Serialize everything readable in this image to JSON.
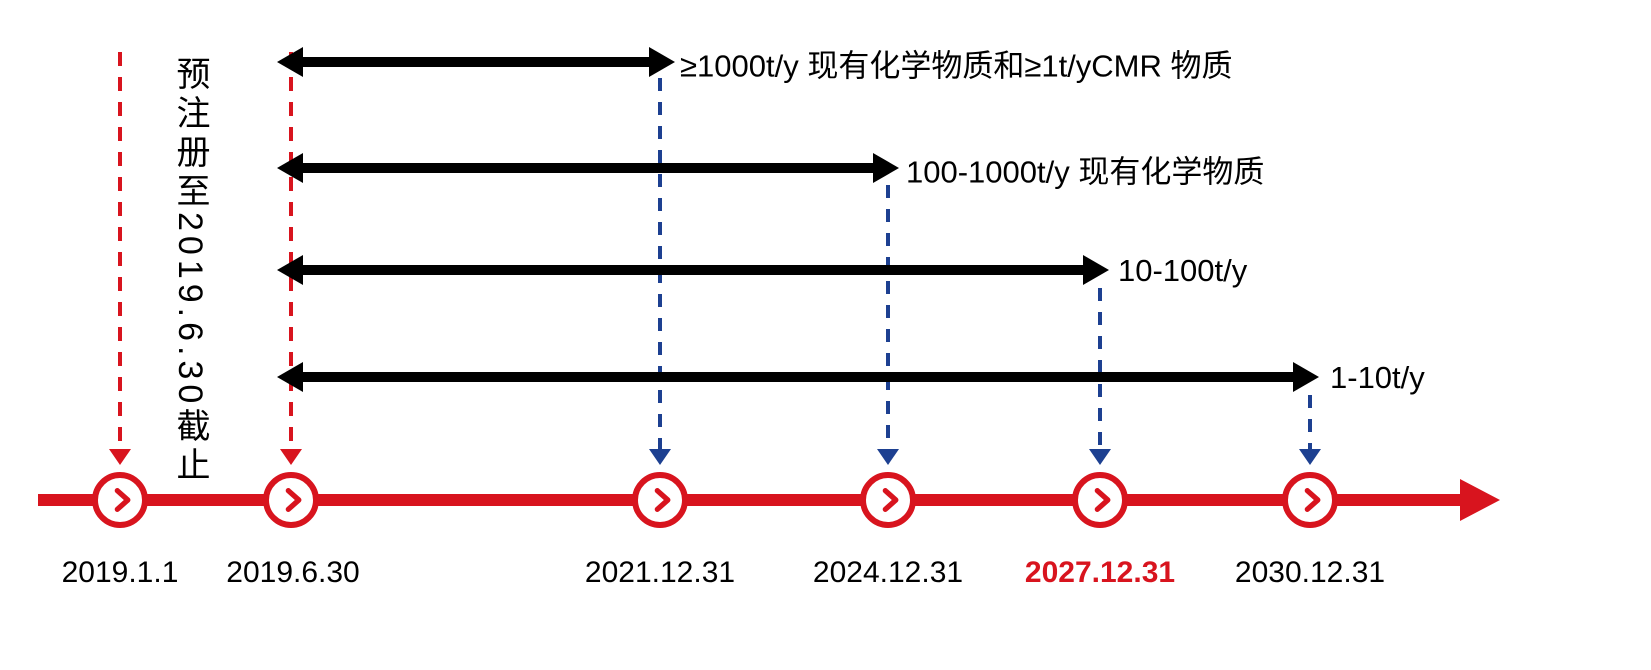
{
  "note": "预注册至2019.6.30截止",
  "bands": [
    {
      "label": "≥1000t/y 现有化学物质和≥1t/yCMR 物质"
    },
    {
      "label": "100-1000t/y 现有化学物质"
    },
    {
      "label": "10-100t/y"
    },
    {
      "label": "1-10t/y"
    }
  ],
  "timeline": {
    "dates": [
      {
        "label": "2019.1.1",
        "highlight": false
      },
      {
        "label": "2019.6.30",
        "highlight": false
      },
      {
        "label": "2021.12.31",
        "highlight": false
      },
      {
        "label": "2024.12.31",
        "highlight": false
      },
      {
        "label": "2027.12.31",
        "highlight": true
      },
      {
        "label": "2030.12.31",
        "highlight": false
      }
    ]
  },
  "icons": {
    "node_chevron": "chevron-right"
  },
  "colors": {
    "timeline_red": "#d8141e",
    "dashed_blue": "#1d4091",
    "arrow_black": "#000000",
    "highlight_date_red": "#d8141e"
  }
}
